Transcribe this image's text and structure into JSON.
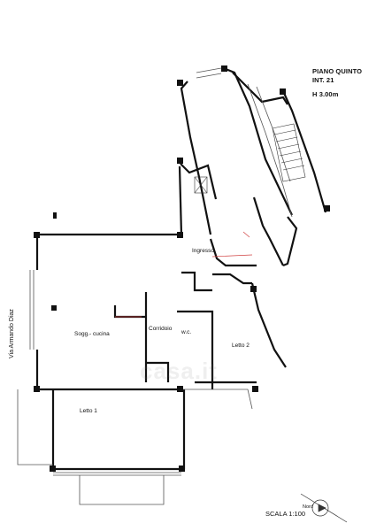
{
  "header": {
    "floor": "PIANO QUINTO",
    "unit": "INT. 21",
    "height": "H 3.00m"
  },
  "rooms": {
    "ingresso": "Ingresso",
    "soggiorno": "Sogg.- cucina",
    "corridoio": "Corridoio",
    "wc": "w.c.",
    "letto2": "Letto 2",
    "letto1": "Letto 1"
  },
  "street": "Via Armando Diaz",
  "footer": {
    "scale": "SCALA 1:100",
    "north": "Nord"
  },
  "watermark": "casa.it",
  "colors": {
    "wall": "#111111",
    "window": "#555555",
    "accent": "#d04040"
  }
}
